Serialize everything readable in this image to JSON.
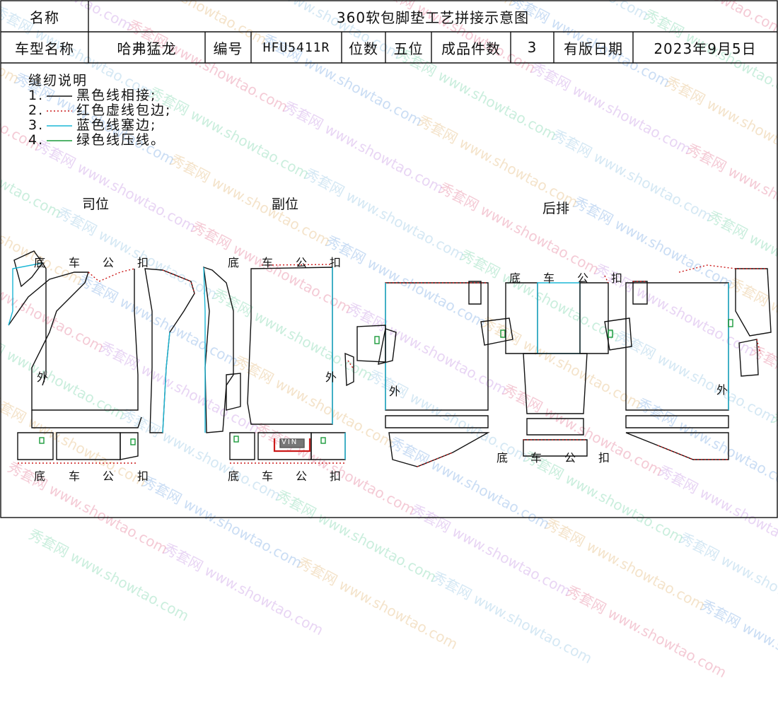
{
  "table": {
    "name_label": "名称",
    "title": "360软包脚垫工艺拼接示意图",
    "model_label": "车型名称",
    "model_value": "哈弗猛龙",
    "code_label": "编号",
    "code_value": "HFU5411R",
    "seat_label": "位数",
    "seat_value": "五位",
    "pieces_label": "成品件数",
    "pieces_value": "3",
    "date_label": "有版日期",
    "date_value": "2023年9月5日"
  },
  "notes": {
    "heading": "缝纫说明",
    "items": [
      {
        "num": "1.",
        "text": "黑色线相接;",
        "color": "#111111",
        "style": "solid"
      },
      {
        "num": "2.",
        "text": "红色虚线包边;",
        "color": "#cc1a1a",
        "style": "dotted"
      },
      {
        "num": "3.",
        "text": "蓝色线塞边;",
        "color": "#1bb7d6",
        "style": "solid"
      },
      {
        "num": "4.",
        "text": "绿色线压线。",
        "color": "#1a9a3a",
        "style": "solid"
      }
    ]
  },
  "sections": {
    "driver": "司位",
    "passenger": "副位",
    "rear": "后排"
  },
  "markers": {
    "bottom_buckle": [
      "底",
      "车",
      "公",
      "扣"
    ],
    "outer": "外",
    "vin": "VIN"
  },
  "watermark": [
    "秀套网",
    "www.showtao.com"
  ],
  "colors": {
    "seam": "#111111",
    "binding": "#cc1a1a",
    "tuck": "#1bb7d6",
    "topstitch": "#1a9a3a"
  }
}
